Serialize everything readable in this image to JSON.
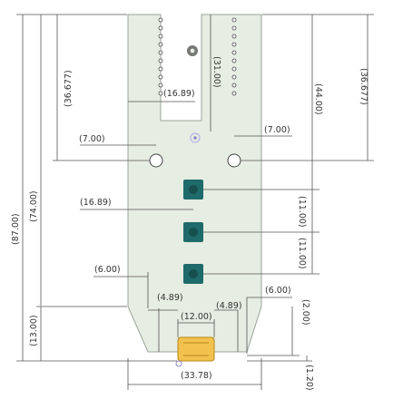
{
  "board": {
    "fill": "#e6ede2",
    "outline": "#9aa59a",
    "button_color": "#1f6a6a",
    "connector_color": "#f2c14e",
    "via_color": "#b9b4e6"
  },
  "dimensions": {
    "left_total_height": "(87.00)",
    "left_main_height": "(74.00)",
    "left_bottom_height": "(13.00)",
    "left_slot_depth": "(36.677)",
    "right_slot_depth": "(36.677)",
    "right_upper_height": "(44.00)",
    "slot_depth": "(31.00)",
    "center_offset_top": "(16.89)",
    "left_hole_offset": "(7.00)",
    "right_hole_offset": "(7.00)",
    "button_offset": "(16.89)",
    "button_pitch_1": "(11.00)",
    "button_pitch_2": "(11.00)",
    "taper_left": "(6.00)",
    "taper_right": "(6.00)",
    "inner_left": "(4.89)",
    "inner_right": "(4.89)",
    "connector_width": "(12.00)",
    "bottom_height": "(2.00)",
    "connector_depth": "(1.20)",
    "bottom_width": "(33.78)"
  }
}
